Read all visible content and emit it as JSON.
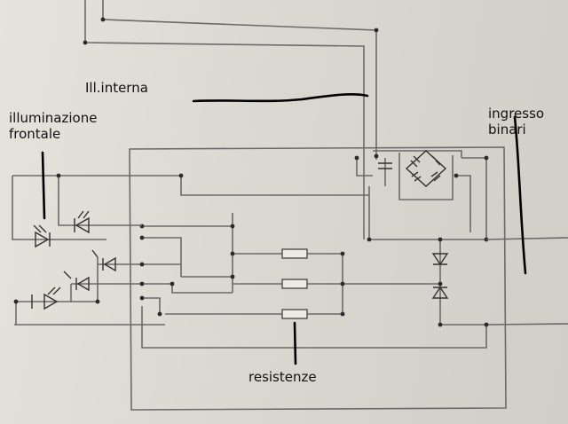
{
  "labels": {
    "ill_interna": "Ill.interna",
    "illuminazione_frontale": "illuminazione\nfrontale",
    "ingresso_binari": "ingresso\nbinari",
    "resistenze": "resistenze"
  },
  "colors": {
    "paper": "#d9d8d1",
    "wire": "#6a6a6a",
    "marker_ink": "#000000"
  }
}
